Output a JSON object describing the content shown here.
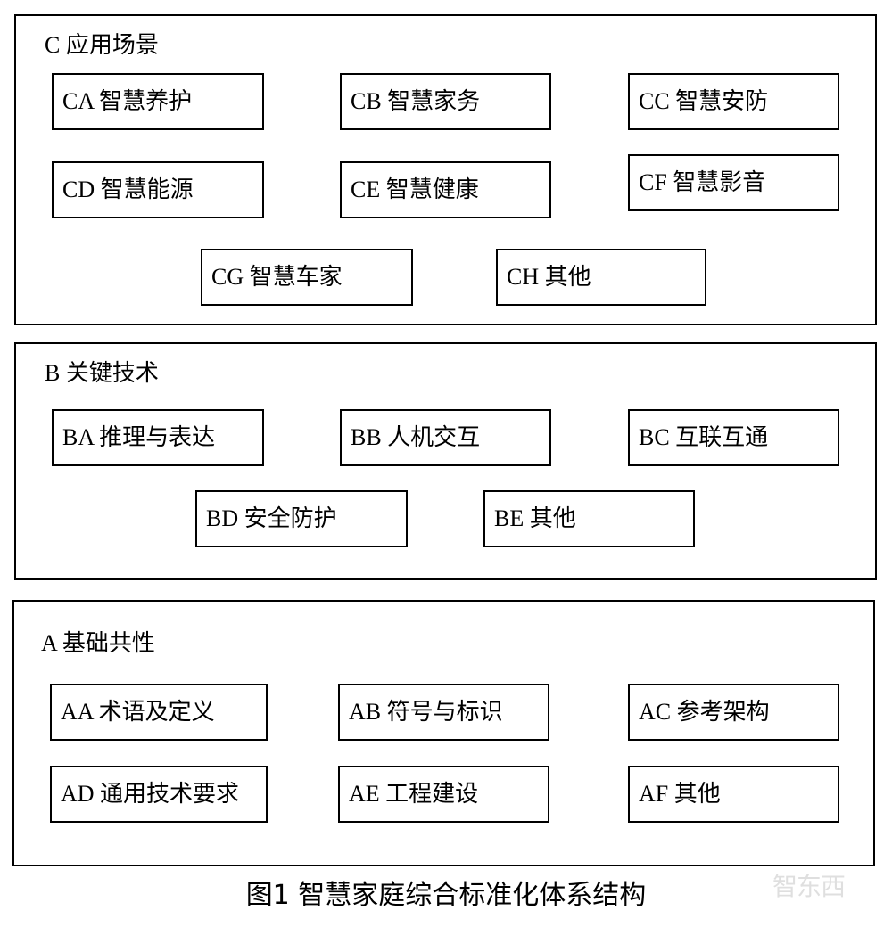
{
  "section_c": {
    "title": "C 应用场景",
    "items": [
      "CA 智慧养护",
      "CB 智慧家务",
      "CC 智慧安防",
      "CD 智慧能源",
      "CE 智慧健康",
      "CF 智慧影音",
      "CG 智慧车家",
      "CH  其他"
    ]
  },
  "section_b": {
    "title": "B 关键技术",
    "items": [
      "BA 推理与表达",
      "BB 人机交互",
      "BC 互联互通",
      "BD 安全防护",
      "BE 其他"
    ]
  },
  "section_a": {
    "title": "A 基础共性",
    "items": [
      "AA 术语及定义",
      "AB 符号与标识",
      "AC 参考架构",
      "AD 通用技术要求",
      "AE 工程建设",
      "AF 其他"
    ]
  },
  "caption": "图1 智慧家庭综合标准化体系结构",
  "watermark": "智东西"
}
